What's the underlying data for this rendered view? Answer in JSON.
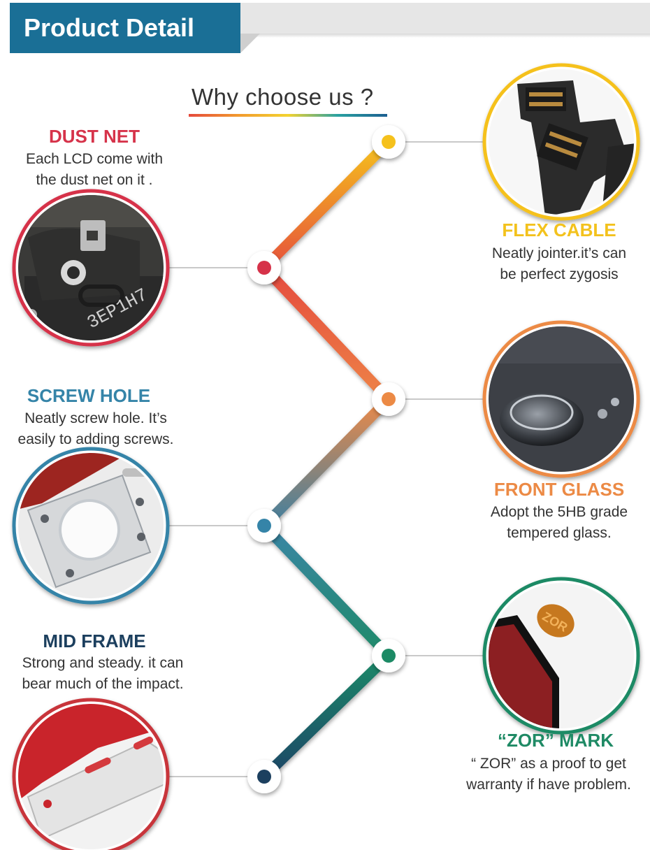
{
  "header": {
    "title": "Product Detail"
  },
  "subtitle": "Why choose us ?",
  "features": [
    {
      "heading": "DUST NET",
      "line1": "Each LCD come with",
      "line2": "the dust net on it .",
      "color": "#d6334a"
    },
    {
      "heading": "FLEX CABLE",
      "line1": "Neatly jointer.it’s can",
      "line2": "be perfect zygosis",
      "color": "#f3c21d"
    },
    {
      "heading": "SCREW HOLE",
      "line1": "Neatly screw hole. It’s",
      "line2": "easily to adding screws.",
      "color": "#3584a8"
    },
    {
      "heading": "FRONT GLASS",
      "line1": "Adopt the 5HB grade",
      "line2": "tempered glass.",
      "color": "#ec8a45"
    },
    {
      "heading": "MID FRAME",
      "line1": "Strong and steady. it can",
      "line2": "bear much of the impact.",
      "color": "#1c3f5e"
    },
    {
      "heading": "“ZOR” MARK",
      "line1": "“ ZOR” as a proof to get",
      "line2": "warranty if have problem.",
      "color": "#1f8a65"
    }
  ],
  "badge_text": "ZOR"
}
